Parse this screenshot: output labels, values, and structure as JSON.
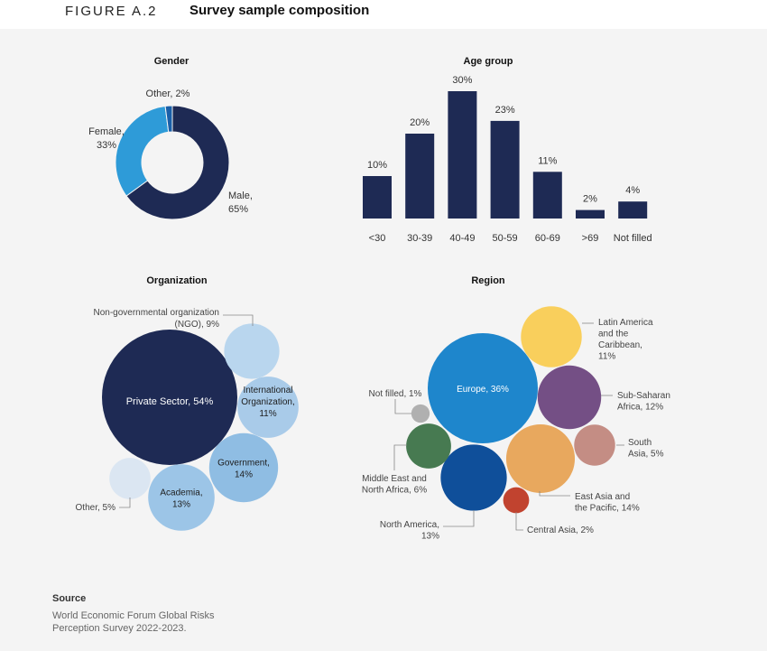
{
  "figure": {
    "label": "FIGURE A.2",
    "title": "Survey sample composition"
  },
  "source": {
    "heading": "Source",
    "text": "World Economic Forum Global Risks Perception Survey 2022-2023."
  },
  "colors": {
    "navy": "#1e2a54",
    "mid_blue": "#2e9bd8",
    "light_blue": "#a9cbe9",
    "pale_blue": "#dbe6f2",
    "background": "#f4f4f4"
  },
  "chart_data": [
    {
      "type": "pie",
      "variant": "donut",
      "title": "Gender",
      "slices": [
        {
          "name": "Male",
          "value": 65,
          "label_lines": [
            "Male,",
            "65%"
          ],
          "color": "#1e2a54"
        },
        {
          "name": "Female",
          "value": 33,
          "label_lines": [
            "Female,",
            "33%"
          ],
          "color": "#2e9bd8"
        },
        {
          "name": "Other",
          "value": 2,
          "label_lines": [
            "Other, 2%"
          ],
          "color": "#1a5fa8"
        }
      ]
    },
    {
      "type": "bar",
      "title": "Age group",
      "categories": [
        "<30",
        "30-39",
        "40-49",
        "50-59",
        "60-69",
        ">69",
        "Not filled"
      ],
      "values": [
        10,
        20,
        30,
        23,
        11,
        2,
        4
      ],
      "value_labels": [
        "10%",
        "20%",
        "30%",
        "23%",
        "11%",
        "2%",
        "4%"
      ],
      "ylim": [
        0,
        30
      ],
      "color": "#1e2a54",
      "grid": false
    },
    {
      "type": "bubble",
      "title": "Organization",
      "items": [
        {
          "name": "Private Sector",
          "value": 54,
          "label_lines": [
            "Private Sector, 54%"
          ],
          "color": "#1e2a54",
          "text_color": "#ffffff",
          "label_position": "inside"
        },
        {
          "name": "Non-governmental organization (NGO)",
          "value": 9,
          "label_lines": [
            "Non-governmental organization",
            "(NGO), 9%"
          ],
          "color": "#b9d6ee",
          "text_color": "#333333",
          "label_position": "outside"
        },
        {
          "name": "International Organization",
          "value": 11,
          "label_lines": [
            "International",
            "Organization,",
            "11%"
          ],
          "color": "#a9cbe9",
          "text_color": "#1d1d1d",
          "label_position": "inside"
        },
        {
          "name": "Government",
          "value": 14,
          "label_lines": [
            "Government,",
            "14%"
          ],
          "color": "#8fbde3",
          "text_color": "#1d1d1d",
          "label_position": "inside"
        },
        {
          "name": "Academia",
          "value": 13,
          "label_lines": [
            "Academia,",
            "13%"
          ],
          "color": "#9cc5e7",
          "text_color": "#1d1d1d",
          "label_position": "inside"
        },
        {
          "name": "Other",
          "value": 5,
          "label_lines": [
            "Other, 5%"
          ],
          "color": "#dbe6f2",
          "text_color": "#333333",
          "label_position": "outside"
        }
      ]
    },
    {
      "type": "bubble",
      "title": "Region",
      "items": [
        {
          "name": "Europe",
          "value": 36,
          "label_lines": [
            "Europe, 36%"
          ],
          "color": "#1e86cc",
          "text_color": "#ffffff",
          "label_position": "inside"
        },
        {
          "name": "Latin America and the Caribbean",
          "value": 11,
          "label_lines": [
            "Latin America",
            "and the",
            "Caribbean,",
            "11%"
          ],
          "color": "#f9cf5c",
          "label_position": "outside"
        },
        {
          "name": "Sub-Saharan Africa",
          "value": 12,
          "label_lines": [
            "Sub-Saharan",
            "Africa, 12%"
          ],
          "color": "#744f85",
          "label_position": "outside"
        },
        {
          "name": "South Asia",
          "value": 5,
          "label_lines": [
            "South",
            "Asia, 5%"
          ],
          "color": "#c48d84",
          "label_position": "outside"
        },
        {
          "name": "East Asia and the Pacific",
          "value": 14,
          "label_lines": [
            "East Asia and",
            "the Pacific, 14%"
          ],
          "color": "#e8a85e",
          "label_position": "outside"
        },
        {
          "name": "Central Asia",
          "value": 2,
          "label_lines": [
            "Central Asia, 2%"
          ],
          "color": "#c1432f",
          "label_position": "outside"
        },
        {
          "name": "North America",
          "value": 13,
          "label_lines": [
            "North America,",
            "13%"
          ],
          "color": "#0f4f9a",
          "label_position": "outside"
        },
        {
          "name": "Middle East and North Africa",
          "value": 6,
          "label_lines": [
            "Middle East and",
            "North Africa, 6%"
          ],
          "color": "#477a51",
          "label_position": "outside"
        },
        {
          "name": "Not filled",
          "value": 1,
          "label_lines": [
            "Not filled, 1%"
          ],
          "color": "#b0b0b0",
          "label_position": "outside"
        }
      ]
    }
  ]
}
